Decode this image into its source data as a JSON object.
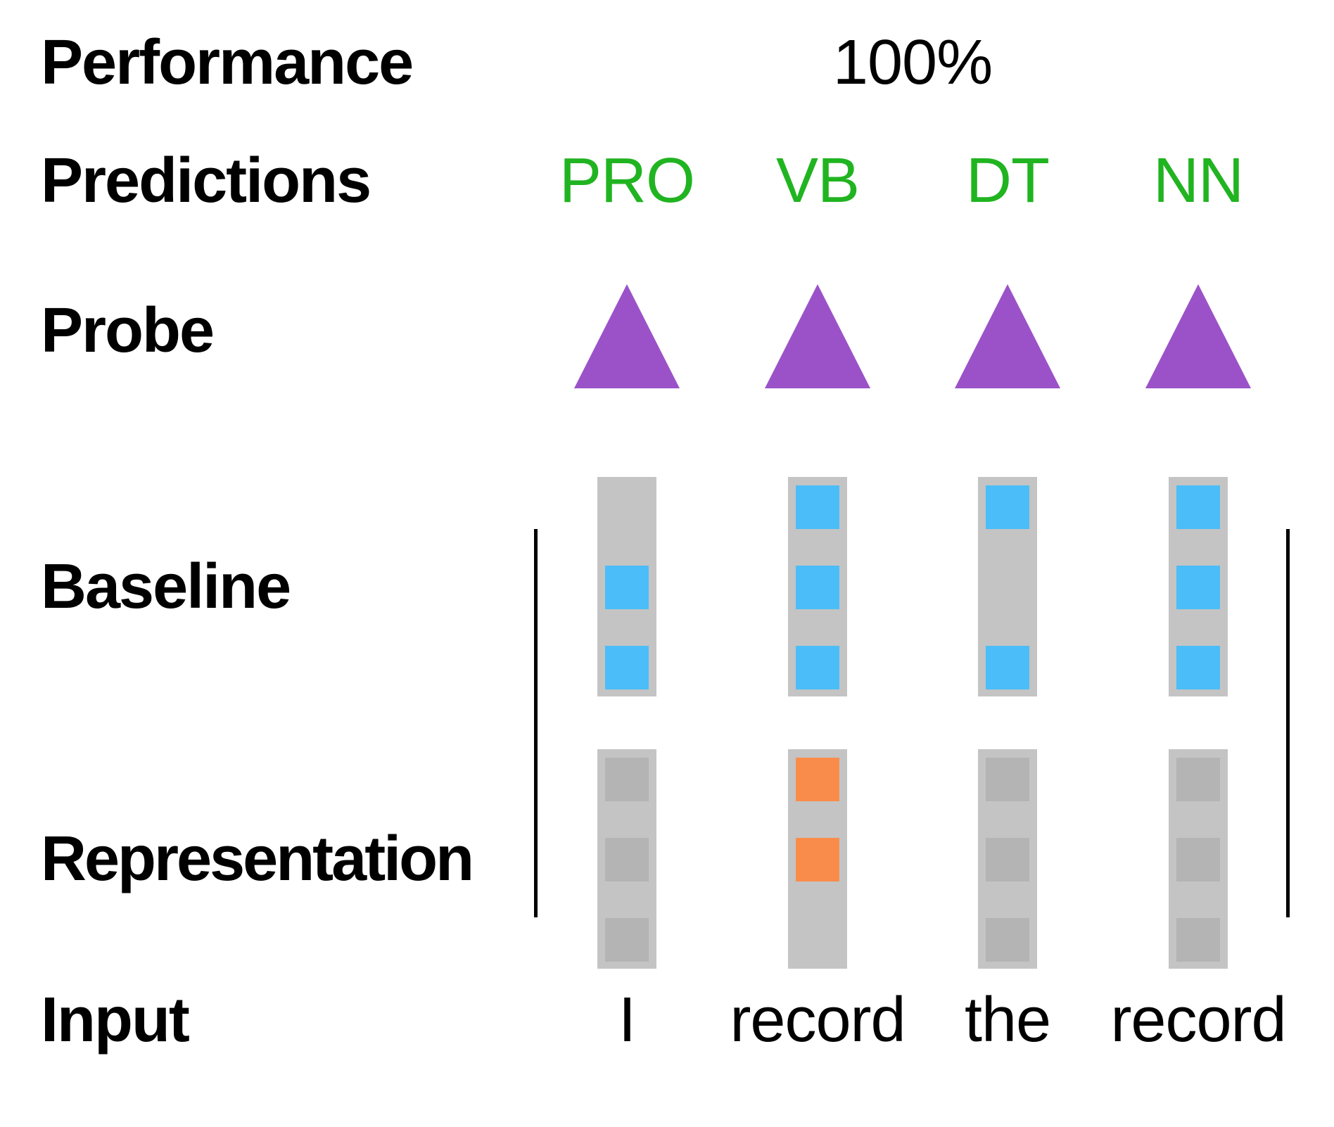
{
  "rows": {
    "performance": {
      "label": "Performance",
      "value": "100%"
    },
    "predictions": {
      "label": "Predictions"
    },
    "probe": {
      "label": "Probe"
    },
    "baseline": {
      "label": "Baseline"
    },
    "representation": {
      "label": "Representation"
    },
    "input": {
      "label": "Input"
    }
  },
  "columns": [
    {
      "token": "I",
      "prediction": "PRO",
      "baseline_slots": [
        "empty",
        "blue",
        "blue"
      ],
      "representation_slots": [
        "inner",
        "inner",
        "inner"
      ]
    },
    {
      "token": "record",
      "prediction": "VB",
      "baseline_slots": [
        "blue",
        "blue",
        "blue"
      ],
      "representation_slots": [
        "orange",
        "orange",
        "empty"
      ]
    },
    {
      "token": "the",
      "prediction": "DT",
      "baseline_slots": [
        "blue",
        "empty",
        "blue"
      ],
      "representation_slots": [
        "inner",
        "inner",
        "inner"
      ]
    },
    {
      "token": "record",
      "prediction": "NN",
      "baseline_slots": [
        "blue",
        "blue",
        "blue"
      ],
      "representation_slots": [
        "inner",
        "inner",
        "inner"
      ]
    }
  ],
  "colors": {
    "prediction_green": "#21b421",
    "probe_purple": "#9b52c8",
    "baseline_blue": "#4bbdf8",
    "representation_orange": "#fa8c4b",
    "column_gray": "#c4c4c4",
    "inner_square_gray": "#b4b4b4",
    "bracket_black": "#000000"
  }
}
